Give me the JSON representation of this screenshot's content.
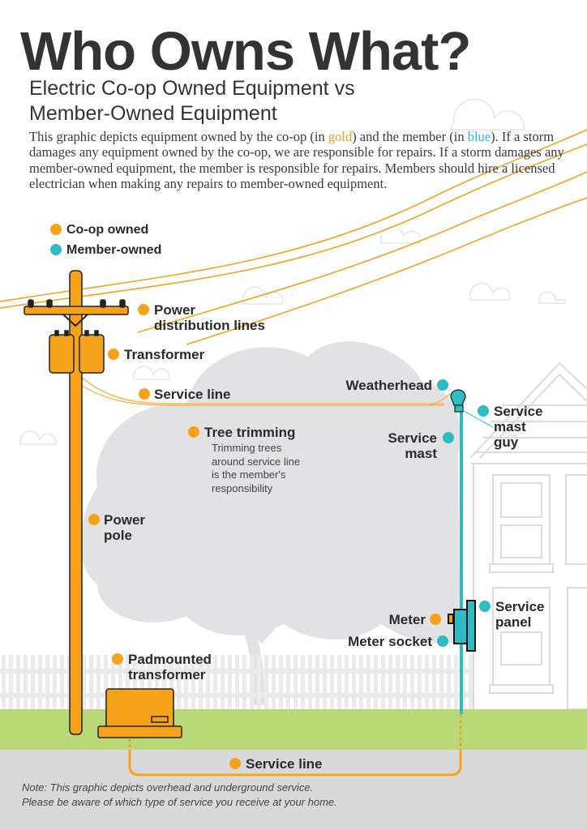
{
  "header": {
    "title": "Who Owns What?",
    "subtitle_line1": "Electric Co-op Owned Equipment vs",
    "subtitle_line2": "Member-Owned Equipment"
  },
  "intro": {
    "part1": "This graphic depicts equipment owned by the co-op (in ",
    "gold_word": "gold",
    "part2": ") and the member (in ",
    "blue_word": "blue",
    "part3": "). If a storm damages any equipment owned by the co-op, we are responsible for repairs. If a storm damages any member-owned equipment, the member is responsible for repairs. Members should hire a licensed electrician when making any repairs to member-owned equipment."
  },
  "legend": {
    "coop": "Co-op owned",
    "member": "Member-owned"
  },
  "labels": {
    "power_lines_1": "Power",
    "power_lines_2": "distribution lines",
    "transformer": "Transformer",
    "service_line_overhead": "Service line",
    "tree_trimming": "Tree trimming",
    "tree_note_1": "Trimming trees",
    "tree_note_2": "around service line",
    "tree_note_3": "is the member's",
    "tree_note_4": "responsibility",
    "power_pole_1": "Power",
    "power_pole_2": "pole",
    "weatherhead": "Weatherhead",
    "mast_guy_1": "Service",
    "mast_guy_2": "mast",
    "mast_guy_3": "guy",
    "mast_1": "Service",
    "mast_2": "mast",
    "meter": "Meter",
    "meter_socket": "Meter socket",
    "panel_1": "Service",
    "panel_2": "panel",
    "padmount_1": "Padmounted",
    "padmount_2": "transformer",
    "service_line_underground": "Service line"
  },
  "note": {
    "line1": "Note: This graphic depicts overhead and underground service.",
    "line2": "Please be aware of which type of service you receive at your home."
  },
  "colors": {
    "coop_gold": "#f7a21b",
    "member_blue": "#2bbcc4",
    "grass": "#b9d877",
    "ground": "#d9d9d9",
    "tree": "#e2e2e4"
  }
}
